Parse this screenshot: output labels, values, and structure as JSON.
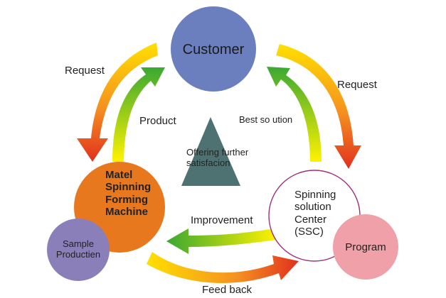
{
  "nodes": {
    "customer": "Customer",
    "machine": [
      "Matel",
      "Spinning",
      "Forming",
      "Machine"
    ],
    "sample": [
      "Sample",
      "Productien"
    ],
    "ssc": [
      "Spinning",
      "solution",
      "Center",
      "(SSC)"
    ],
    "program": "Program",
    "center_text": [
      "Offering further",
      "satisfacion"
    ]
  },
  "arrows": {
    "request_left": "Request",
    "request_right": "Request",
    "product": "Product",
    "best_solution": "Best so ution",
    "improvement": "Improvement",
    "feed_back": "Feed back"
  },
  "colors": {
    "customer": "#6b7fbf",
    "machine": "#e8781e",
    "sample": "#8a7fb8",
    "program": "#f0a0a8",
    "triangle": "#4e7272"
  }
}
